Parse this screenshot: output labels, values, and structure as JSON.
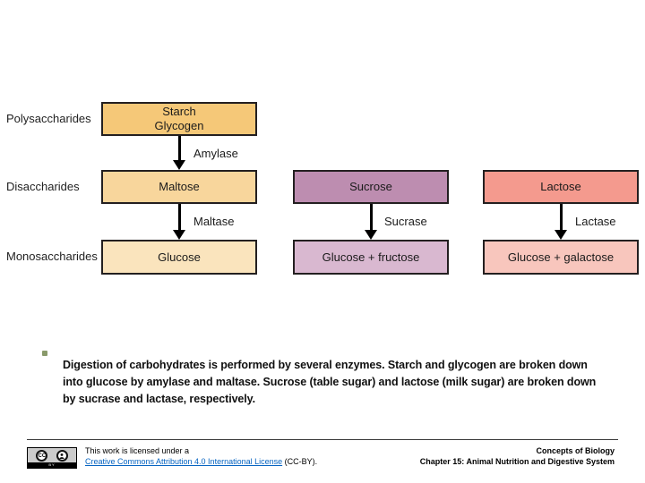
{
  "diagram": {
    "row_labels": [
      "Polysaccharides",
      "Disaccharides",
      "Monosaccharides"
    ],
    "starch_column": {
      "top_box_line1": "Starch",
      "top_box_line2": "Glycogen",
      "enzyme_1": "Amylase",
      "middle_box": "Maltose",
      "enzyme_2": "Maltase",
      "bottom_box": "Glucose"
    },
    "sucrose_column": {
      "top_box": "Sucrose",
      "enzyme": "Sucrase",
      "bottom_box": "Glucose + fructose"
    },
    "lactose_column": {
      "top_box": "Lactose",
      "enzyme": "Lactase",
      "bottom_box": "Glucose + galactose"
    },
    "colors": {
      "starch_box": "#f5c878",
      "maltose_box": "#f8d69c",
      "glucose_box": "#fae4bd",
      "sucrose_box": "#bd8db0",
      "glucose_fructose_box": "#d9b8d0",
      "lactose_box": "#f49a8e",
      "glucose_galactose_box": "#f8c6bd",
      "box_border": "#231f20",
      "arrow": "#000000"
    }
  },
  "bullet": {
    "marker_color": "#8a9a6b",
    "text": "Digestion of carbohydrates is performed by several enzymes. Starch and glycogen are broken down into glucose by amylase and maltase. Sucrose (table sugar) and lactose (milk sugar) are broken down by sucrase and lactase, respectively."
  },
  "footer": {
    "license_prefix": "This work is licensed under a",
    "license_link_text": "Creative Commons Attribution 4.0 International License",
    "license_suffix": " (CC-BY).",
    "cc_badge": {
      "logo_text": "CC",
      "bar_text": "BY"
    },
    "book_title": "Concepts of Biology",
    "chapter_title": "Chapter 15: Animal Nutrition and Digestive System",
    "link_color": "#0563c1"
  }
}
